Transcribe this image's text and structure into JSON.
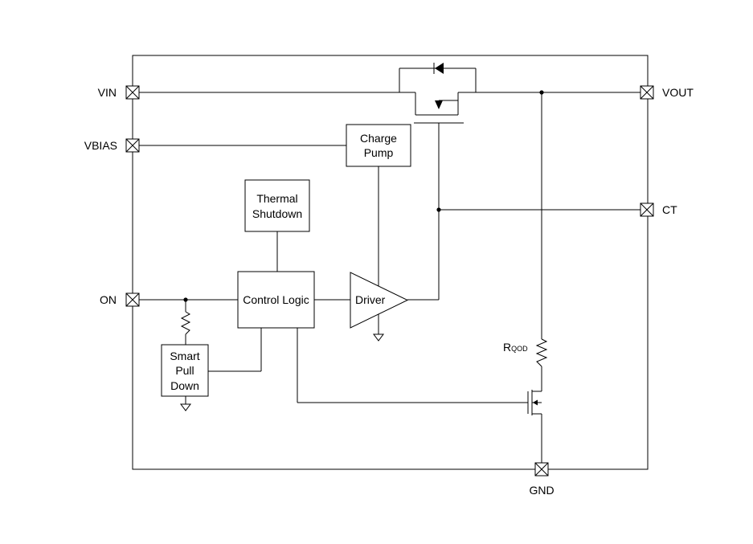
{
  "pins": {
    "vin": "VIN",
    "vbias": "VBIAS",
    "on": "ON",
    "vout": "VOUT",
    "ct": "CT",
    "gnd": "GND"
  },
  "blocks": {
    "charge_pump": [
      "Charge",
      "Pump"
    ],
    "thermal_shutdown": [
      "Thermal",
      "Shutdown"
    ],
    "control_logic": "Control Logic",
    "driver": "Driver",
    "smart_pull_down": [
      "Smart",
      "Pull",
      "Down"
    ]
  },
  "components": {
    "rqod_main": "R",
    "rqod_sub": "QOD"
  }
}
